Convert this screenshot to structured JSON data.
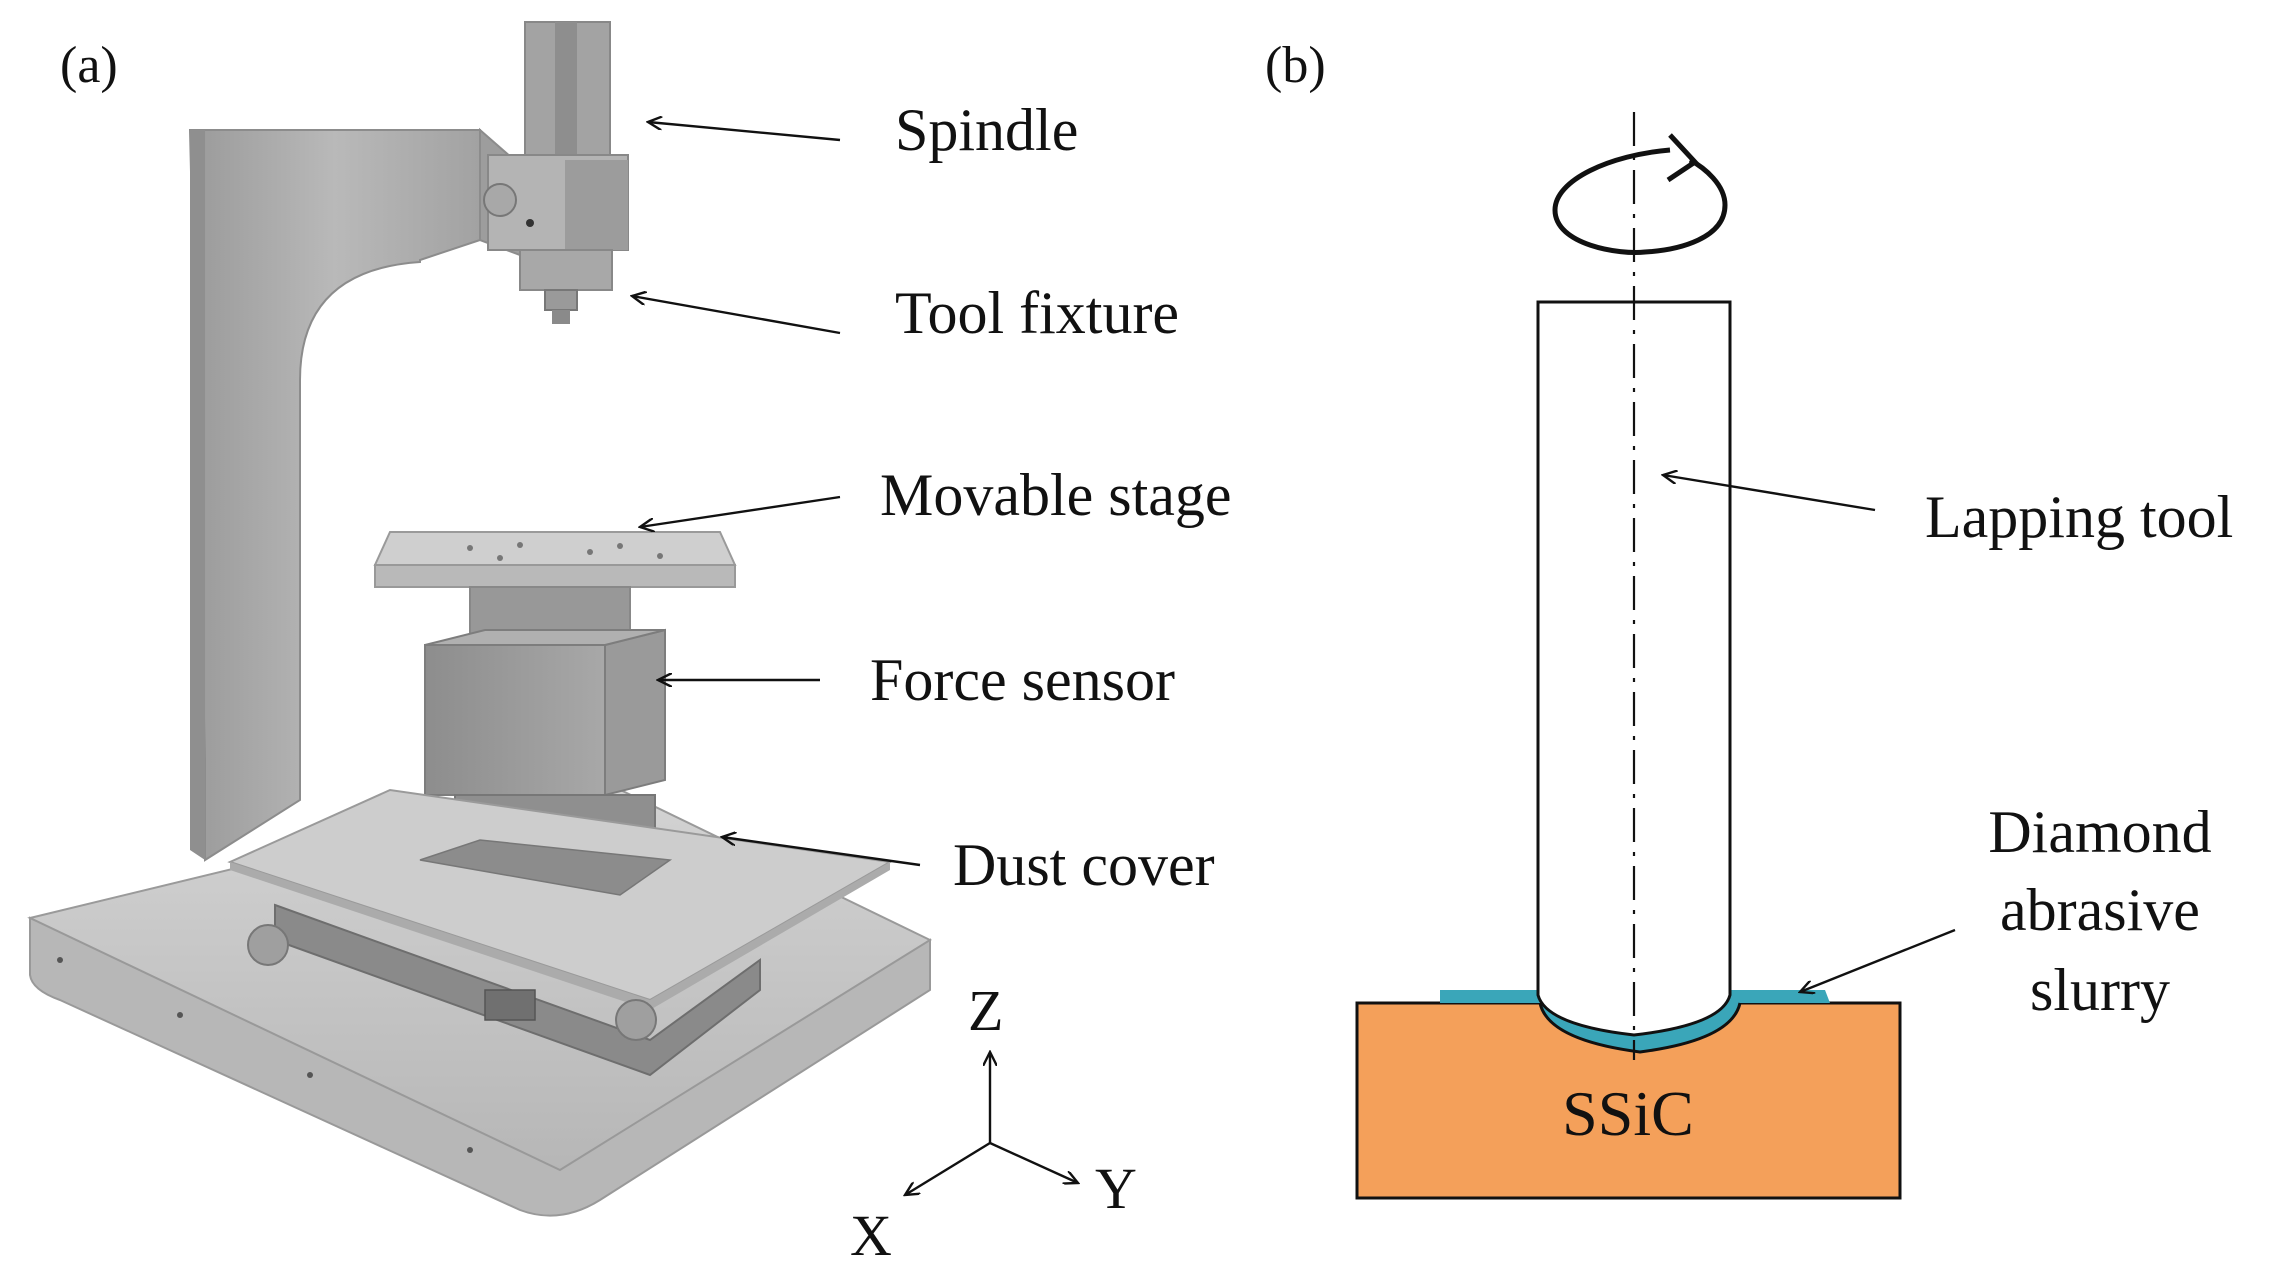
{
  "panel_a": {
    "tag": "(a)",
    "labels": {
      "spindle": "Spindle",
      "tool_fixture": "Tool fixture",
      "movable_stage": "Movable stage",
      "force_sensor": "Force sensor",
      "dust_cover": "Dust cover"
    },
    "axes": {
      "z": "Z",
      "y": "Y",
      "x": "X"
    }
  },
  "panel_b": {
    "tag": "(b)",
    "labels": {
      "lapping_tool": "Lapping tool",
      "slurry_line1": "Diamond",
      "slurry_line2": "abrasive",
      "slurry_line3": "slurry",
      "workpiece": "SSiC"
    }
  },
  "colors": {
    "workpiece": "#f4a05a",
    "slurry": "#3aa6b9",
    "machine_light": "#c9c9c9",
    "machine_mid": "#a9a9a9",
    "machine_dark": "#8a8a8a"
  }
}
